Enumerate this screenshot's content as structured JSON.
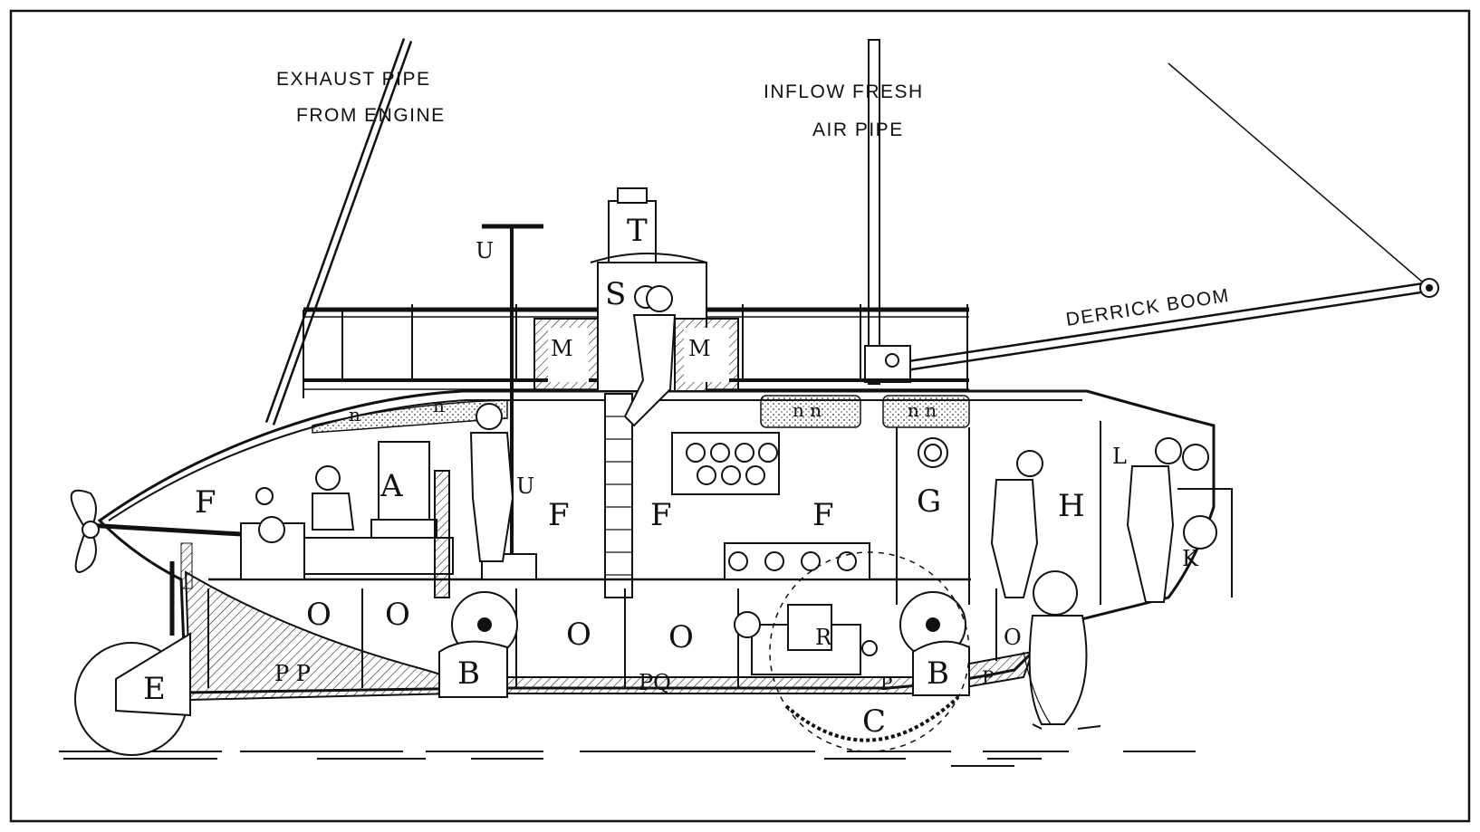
{
  "captions": {
    "exhaust_line1": "EXHAUST  PIPE",
    "exhaust_line2": "FROM  ENGINE",
    "inflow_line1": "INFLOW    FRESH",
    "inflow_line2": "AIR    PIPE",
    "derrick": "DERRICK BOOM"
  },
  "labels": {
    "T": "T",
    "S": "S",
    "U_top": "U",
    "U_mid": "U",
    "M_left": "M",
    "M_right": "M",
    "n1": "n",
    "n2": "n",
    "nn1": "n n",
    "nn2": "n n",
    "F1": "F",
    "F2": "F",
    "F3": "F",
    "F4": "F",
    "A": "A",
    "G": "G",
    "H": "H",
    "L": "L",
    "K": "K",
    "O1": "O",
    "O2": "O",
    "O3": "O",
    "O4": "O",
    "O5": "O",
    "R": "R",
    "B1": "B",
    "B2": "B",
    "PP": "P P",
    "PQ": "PQ",
    "P1": "P",
    "P2": "P",
    "E": "E",
    "C": "C"
  },
  "colors": {
    "ink": "#111111",
    "paper": "#ffffff"
  }
}
